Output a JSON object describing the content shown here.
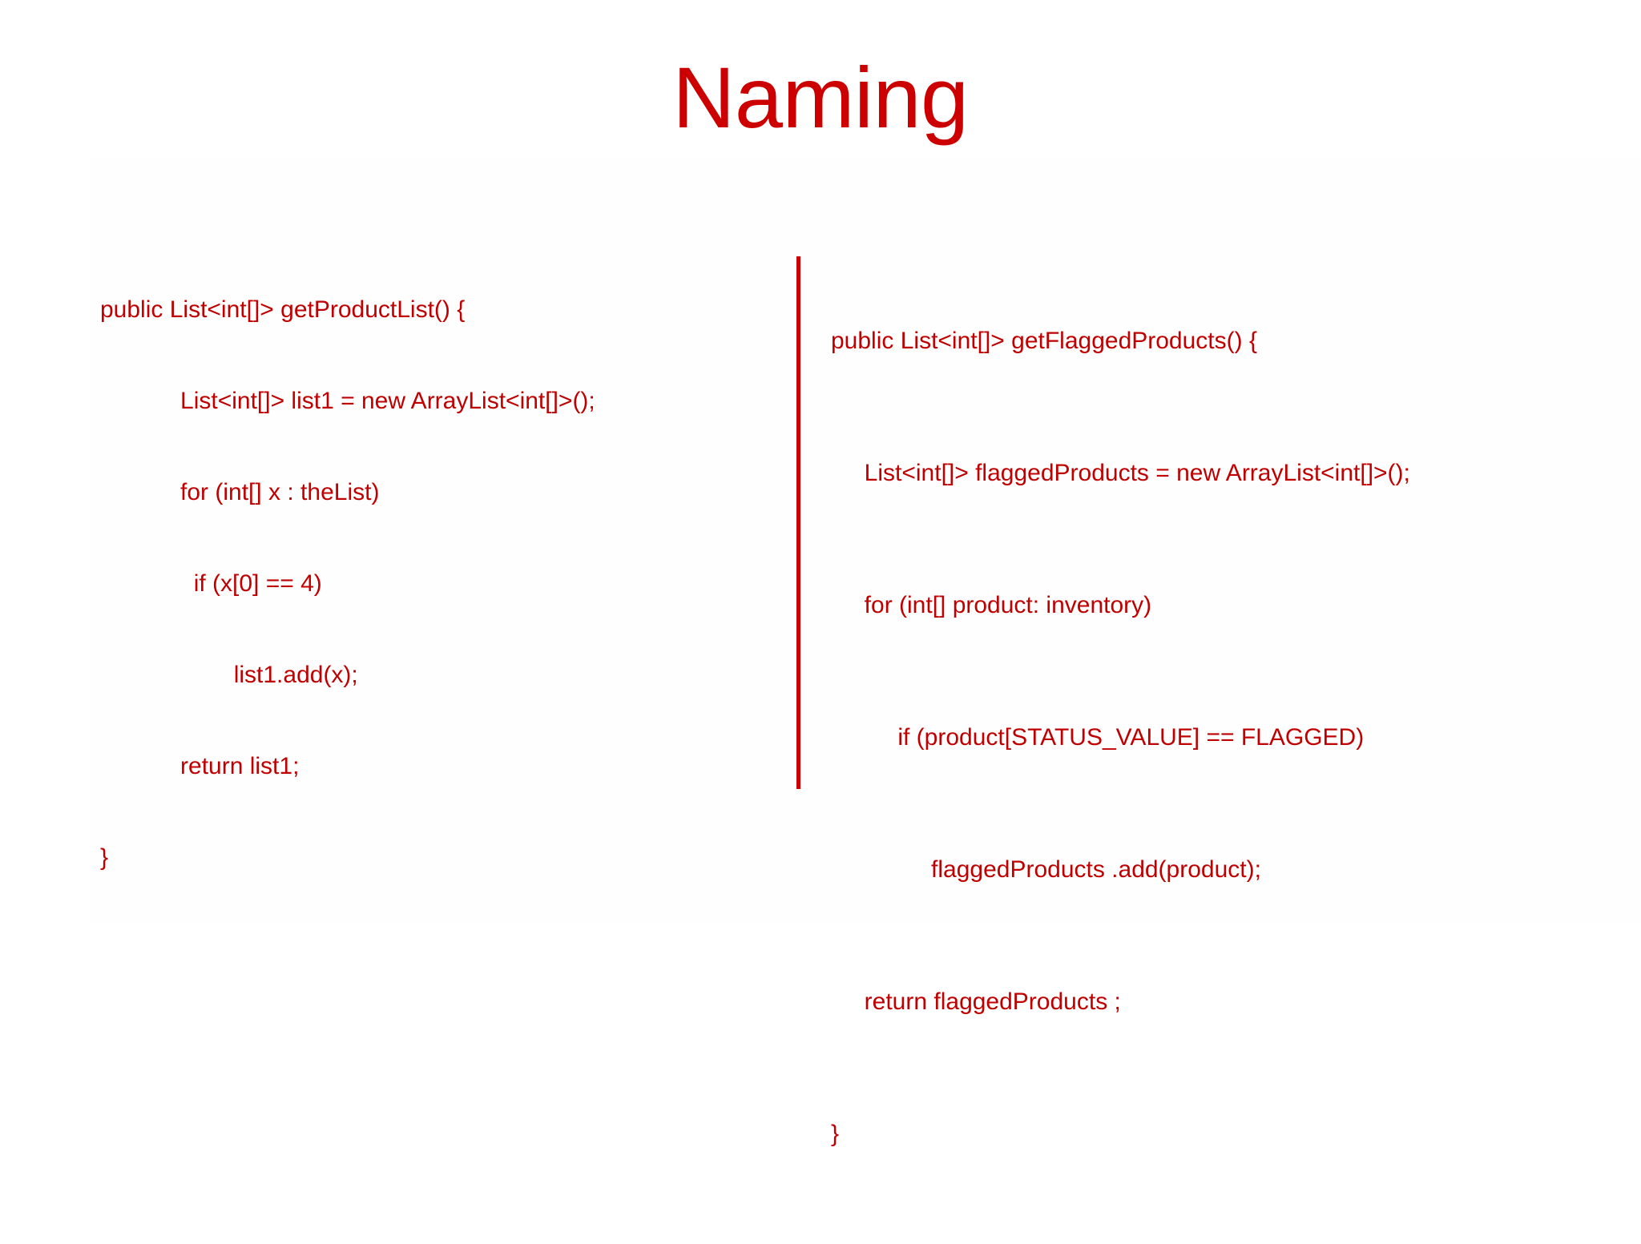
{
  "slide": {
    "title": "Naming",
    "background_color": "#ffffff",
    "accent_color": "#CC0000",
    "code_color": "#C00000"
  },
  "left_code": {
    "label": "before-example",
    "lines": [
      "public List<int[]> getProductList() {",
      "            List<int[]> list1 = new ArrayList<int[]>();",
      "            for (int[] x : theList)",
      "              if (x[0] == 4)",
      "                    list1.add(x);",
      "            return list1;",
      "}"
    ]
  },
  "right_code": {
    "label": "after-example",
    "lines": [
      "public List<int[]> getFlaggedProducts() {",
      "     List<int[]> flaggedProducts = new ArrayList<int[]>();",
      "     for (int[] product: inventory)",
      "          if (product[STATUS_VALUE] == FLAGGED)",
      "               flaggedProducts .add(product);",
      "     return flaggedProducts ;",
      "}"
    ]
  },
  "divider": {
    "label": "vertical-rule",
    "color": "#CC0000"
  }
}
